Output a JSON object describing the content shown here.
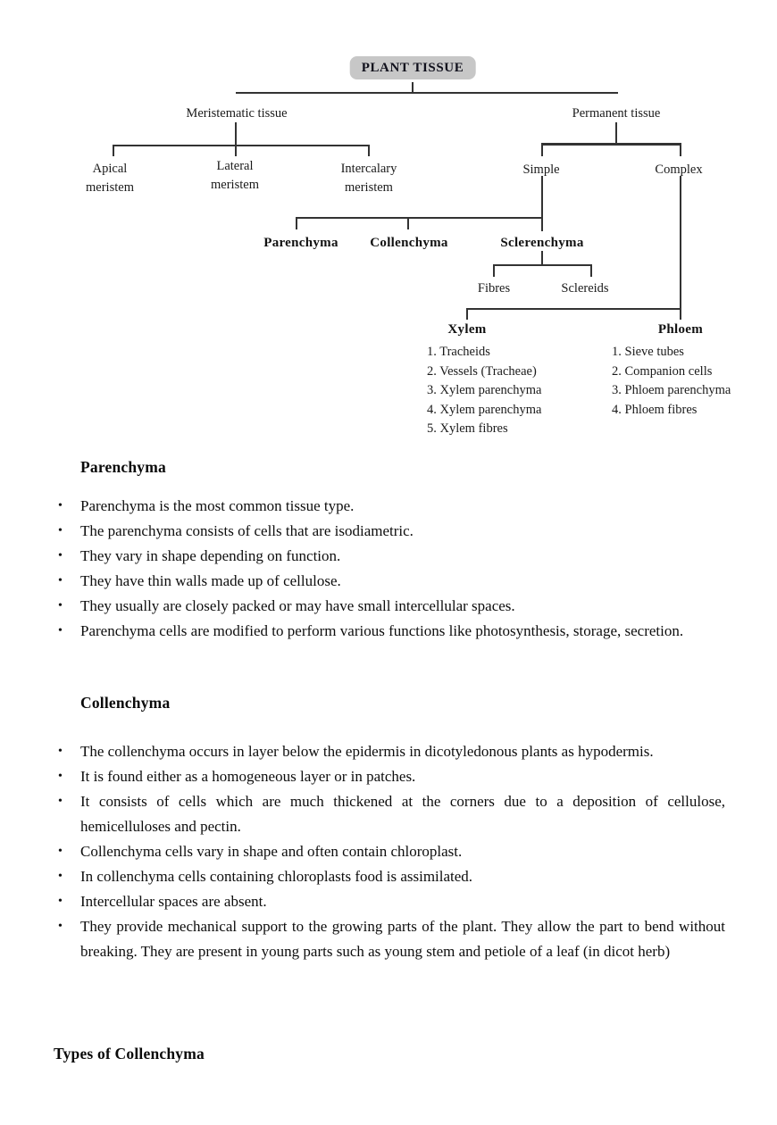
{
  "page": {
    "bullet_char": "•"
  },
  "diagram": {
    "root": "PLANT TISSUE",
    "meristematic": "Meristematic tissue",
    "permanent": "Permanent tissue",
    "apical": "Apical\nmeristem",
    "lateral": "Lateral\nmeristem",
    "intercalary": "Intercalary\nmeristem",
    "simple": "Simple",
    "complex": "Complex",
    "parenchyma": "Parenchyma",
    "collenchyma": "Collenchyma",
    "sclerenchyma": "Sclerenchyma",
    "fibres": "Fibres",
    "sclereids": "Sclereids",
    "xylem": "Xylem",
    "phloem": "Phloem",
    "xylem_items": [
      "1. Tracheids",
      "2. Vessels (Tracheae)",
      "3. Xylem parenchyma",
      "4. Xylem parenchyma",
      "5. Xylem fibres"
    ],
    "phloem_items": [
      "1. Sieve tubes",
      "2. Companion cells",
      "3. Phloem parenchyma",
      "4. Phloem fibres"
    ]
  },
  "parenchyma_section": {
    "heading": "Parenchyma",
    "bullets": [
      "Parenchyma is the most common tissue type.",
      "The parenchyma consists of cells that are isodiametric.",
      "They vary in shape depending on function.",
      "They have thin walls made up of cellulose.",
      "They usually are closely packed or may have small intercellular spaces.",
      "Parenchyma cells are modified to perform various functions like photosynthesis, storage, secretion."
    ]
  },
  "collenchyma_section": {
    "heading": "Collenchyma",
    "bullets": [
      "The collenchyma occurs in layer below the epidermis in dicotyledonous plants as hypodermis.",
      "It is found either as a homogeneous layer or in patches.",
      "It consists of cells which are much thickened at the corners due to a deposition of cellulose, hemicelluloses and pectin.",
      "Collenchyma cells vary in shape and often contain chloroplast.",
      "In collenchyma cells containing chloroplasts food is assimilated.",
      "Intercellular spaces are absent.",
      "They provide mechanical support to the growing parts of the plant. They allow the part to bend without breaking. They are present in young parts such as young stem and petiole of a leaf (in dicot herb)"
    ]
  },
  "footer_heading": "Types of Collenchyma"
}
